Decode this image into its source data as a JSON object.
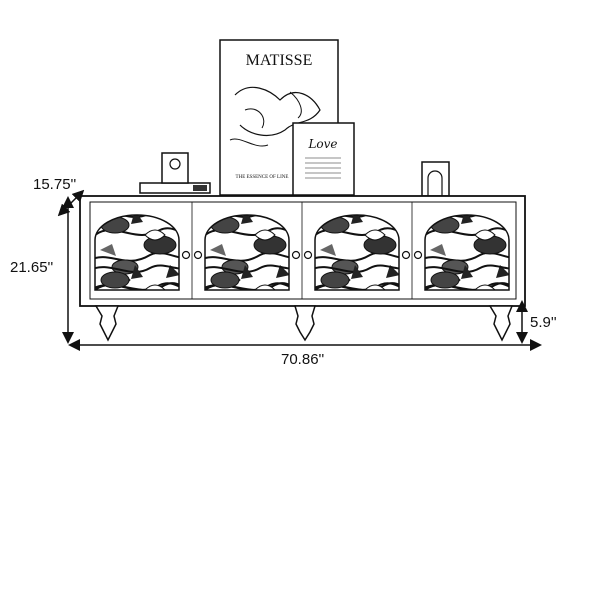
{
  "dimensions": {
    "depth": "15.75''",
    "height": "21.65''",
    "width": "70.86''",
    "leg_height": "5.9''"
  },
  "poster": {
    "title": "MATISSE",
    "subtitle": "THE ESSENCE OF LINE"
  },
  "card": {
    "script_text": "Love"
  },
  "colors": {
    "line": "#111111",
    "background": "#ffffff"
  }
}
